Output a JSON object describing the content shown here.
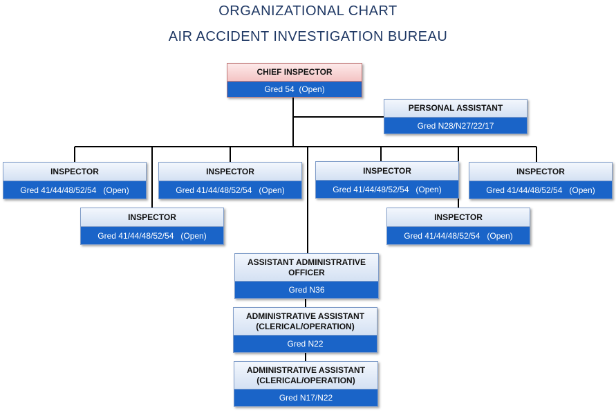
{
  "title": "ORGANIZATIONAL  CHART",
  "subtitle": "AIR ACCIDENT  INVESTIGATION  BUREAU",
  "positions": {
    "chief": {
      "title": "CHIEF INSPECTOR",
      "grade": "Gred 54  (Open)"
    },
    "pa": {
      "title": "PERSONAL ASSISTANT",
      "grade": "Gred N28/N27/22/17"
    },
    "inspector_1": {
      "title": "INSPECTOR",
      "grade": "Gred 41/44/48/52/54   (Open)"
    },
    "inspector_2": {
      "title": "INSPECTOR",
      "grade": "Gred 41/44/48/52/54   (Open)"
    },
    "inspector_3": {
      "title": "INSPECTOR",
      "grade": "Gred 41/44/48/52/54   (Open)"
    },
    "inspector_4": {
      "title": "INSPECTOR",
      "grade": "Gred 41/44/48/52/54   (Open)"
    },
    "inspector_5": {
      "title": "INSPECTOR",
      "grade": "Gred 41/44/48/52/54   (Open)"
    },
    "inspector_6": {
      "title": "INSPECTOR",
      "grade": "Gred 41/44/48/52/54   (Open)"
    },
    "aao": {
      "title": "ASSISTANT ADMINISTRATIVE OFFICER",
      "grade": "Gred N36"
    },
    "admin_1": {
      "title": "ADMINISTRATIVE ASSISTANT (CLERICAL/OPERATION)",
      "grade": "Gred N22"
    },
    "admin_2": {
      "title": "ADMINISTRATIVE ASSISTANT (CLERICAL/OPERATION)",
      "grade": "Gred N17/N22"
    }
  }
}
